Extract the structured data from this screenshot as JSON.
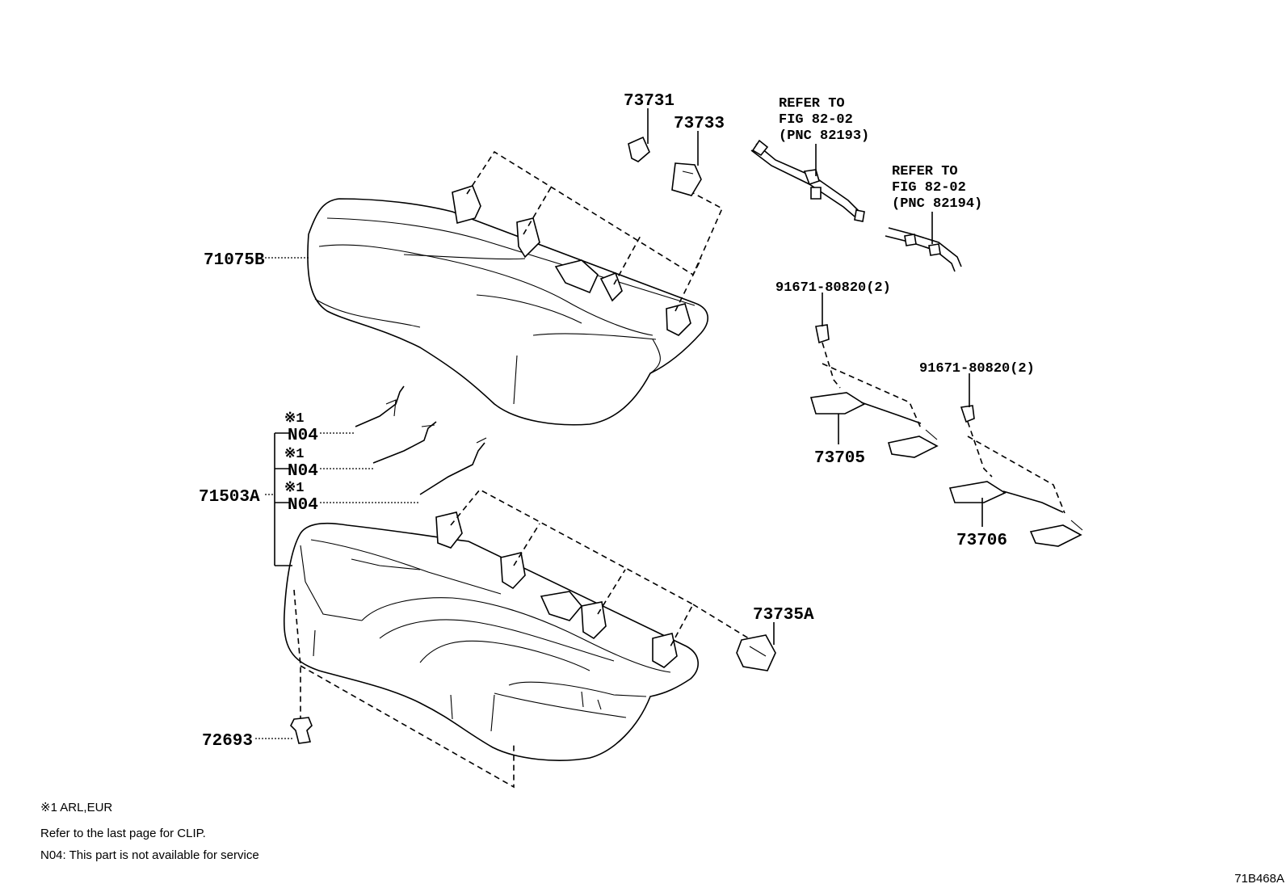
{
  "parts": {
    "p73731": "73731",
    "p73733": "73733",
    "p71075B": "71075B",
    "p71503A": "71503A",
    "n04_a": "N04",
    "n04_b": "N04",
    "n04_c": "N04",
    "mark_a": "※1",
    "mark_b": "※1",
    "mark_c": "※1",
    "p72693": "72693",
    "p73735A": "73735A",
    "p73705": "73705",
    "p73706": "73706",
    "bolt_1": "91671-80820(2)",
    "bolt_2": "91671-80820(2)"
  },
  "refs": {
    "ref1": [
      "REFER TO",
      "FIG 82-02",
      "(PNC 82193)"
    ],
    "ref2": [
      "REFER TO",
      "FIG 82-02",
      "(PNC 82194)"
    ]
  },
  "notes": {
    "line1": "※1 ARL,EUR",
    "line2": "Refer to the last page for CLIP.",
    "line3": "N04: This part is not available for service"
  },
  "figure_code": "71B468A"
}
